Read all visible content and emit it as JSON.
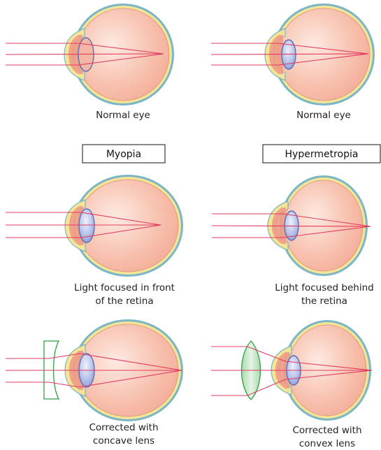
{
  "colors": {
    "sclera_outer": "#7bb6c6",
    "sclera_ring": "#f4e596",
    "eyeball_fill": "#f6b7a3",
    "eyeball_highlight": "#fde8de",
    "iris_fill": "#ef9b86",
    "lens_fill": "#b7c3e8",
    "lens_stroke": "#5e6fb0",
    "light_ray": "#e23b63",
    "corrective_lens_stroke": "#2ea045",
    "convex_lens_fill": "#bfe3c2"
  },
  "labels": {
    "normal_left": "Normal eye",
    "normal_right": "Normal eye",
    "myopia_title": "Myopia",
    "hyper_title": "Hypermetropia",
    "myopia_caption": [
      "Light focused in front",
      "of the retina"
    ],
    "hyper_caption": [
      "Light focused behind",
      "the retina"
    ],
    "concave_caption": [
      "Corrected with",
      "concave lens"
    ],
    "convex_caption": [
      "Corrected with",
      "convex lens"
    ]
  }
}
